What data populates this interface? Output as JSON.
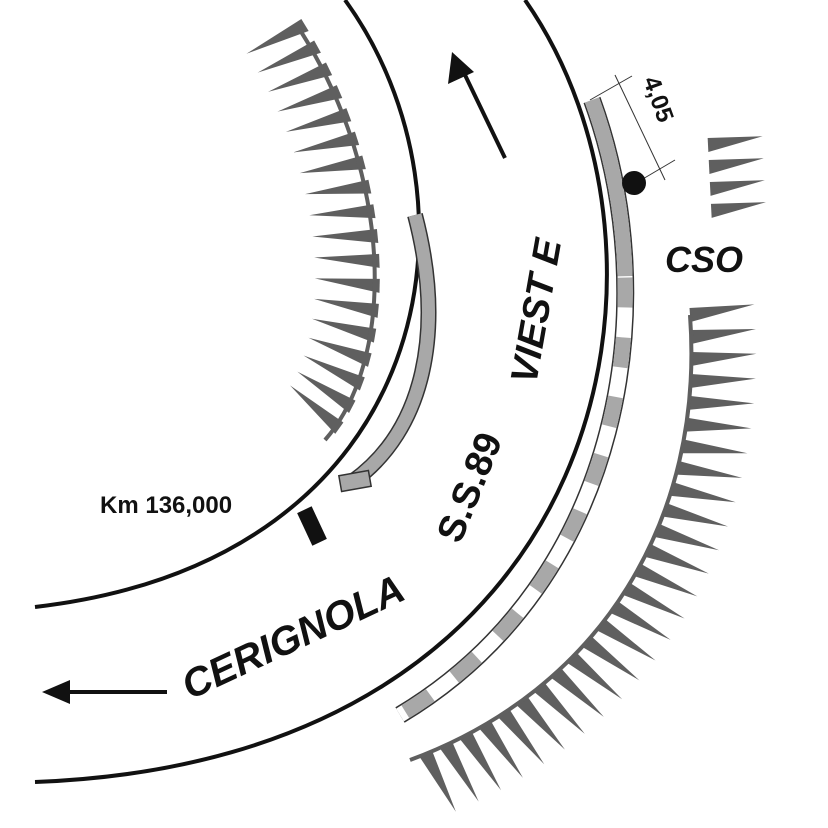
{
  "labels": {
    "km_marker": "Km 136,000",
    "road": "S.S.89",
    "direction_north": "VIEST E",
    "direction_south": "CERIGNOLA",
    "site": "CSO",
    "dimension": "4,05"
  },
  "colors": {
    "line": "#111111",
    "strip": "#a8a8a8",
    "embankment": "#5f5f5f"
  }
}
